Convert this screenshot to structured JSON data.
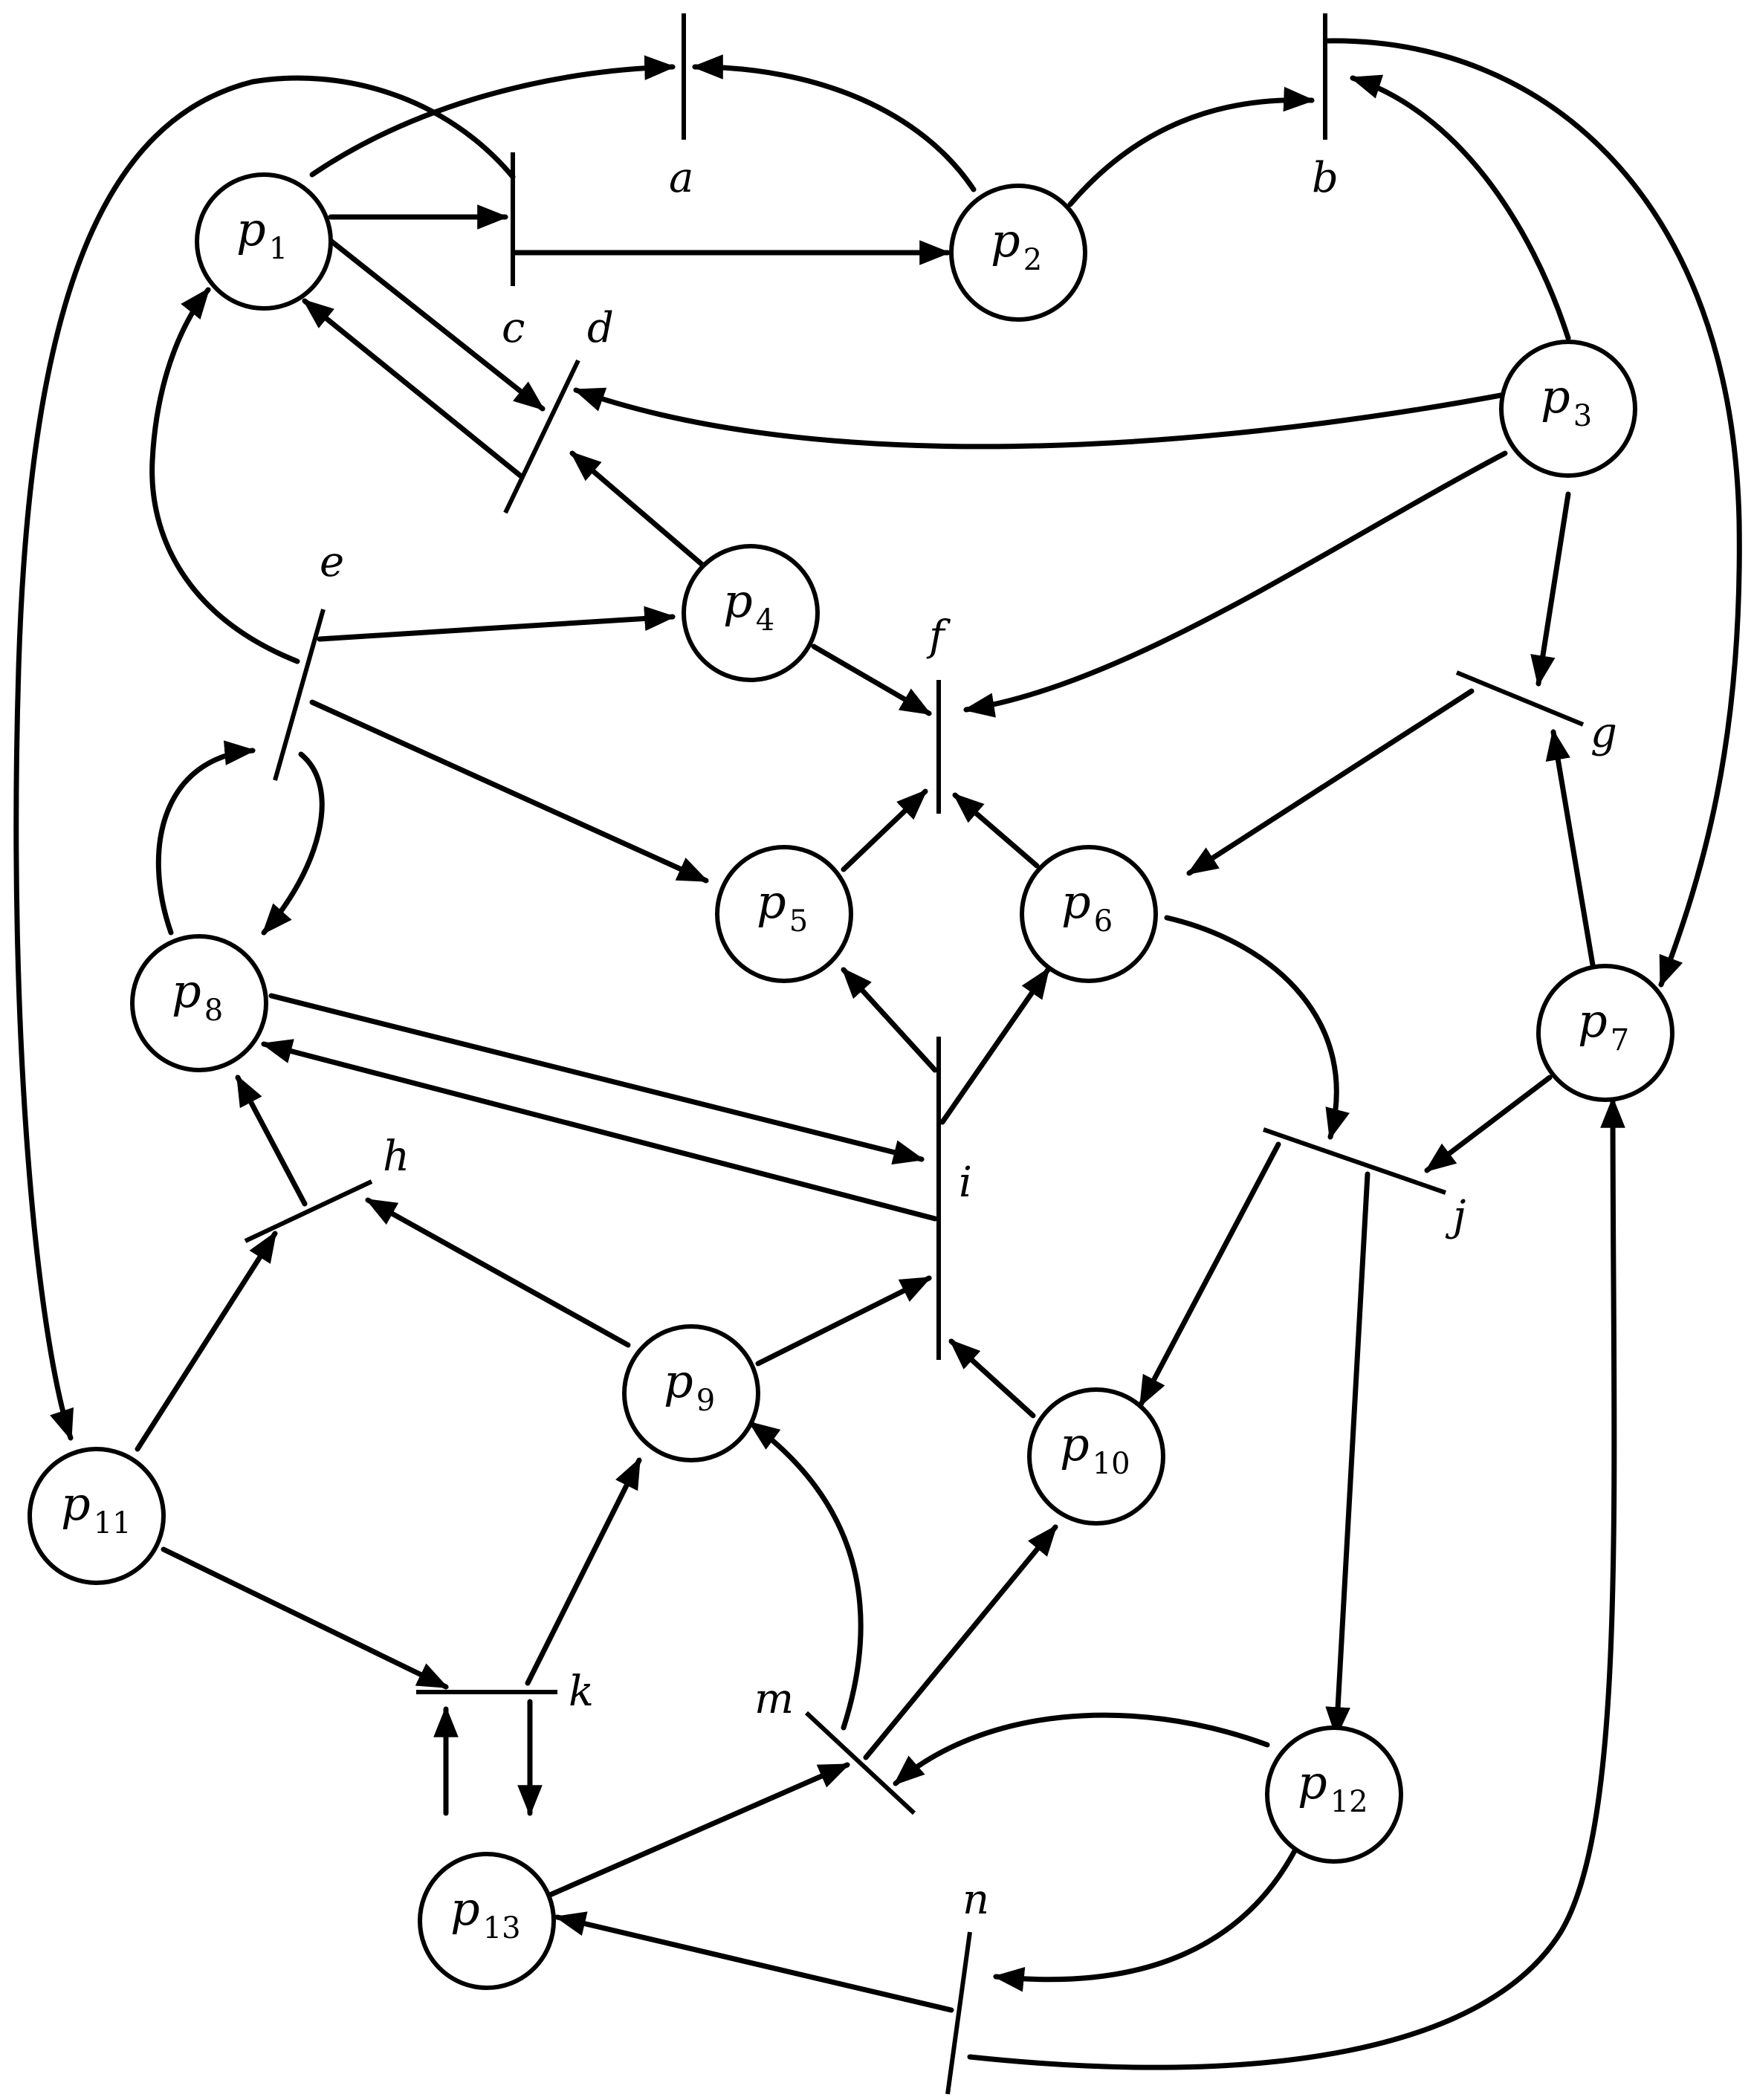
{
  "places": {
    "p1": {
      "base": "p",
      "sub": "1"
    },
    "p2": {
      "base": "p",
      "sub": "2"
    },
    "p3": {
      "base": "p",
      "sub": "3"
    },
    "p4": {
      "base": "p",
      "sub": "4"
    },
    "p5": {
      "base": "p",
      "sub": "5"
    },
    "p6": {
      "base": "p",
      "sub": "6"
    },
    "p7": {
      "base": "p",
      "sub": "7"
    },
    "p8": {
      "base": "p",
      "sub": "8"
    },
    "p9": {
      "base": "p",
      "sub": "9"
    },
    "p10": {
      "base": "p",
      "sub": "10"
    },
    "p11": {
      "base": "p",
      "sub": "11"
    },
    "p12": {
      "base": "p",
      "sub": "12"
    },
    "p13": {
      "base": "p",
      "sub": "13"
    }
  },
  "transitions": {
    "a": "a",
    "b": "b",
    "c": "c",
    "d": "d",
    "e": "e",
    "f": "f",
    "g": "g",
    "h": "h",
    "i": "i",
    "j": "j",
    "k": "k",
    "m": "m",
    "n": "n"
  },
  "colors": {
    "ink": "#000000",
    "paper": "#ffffff"
  }
}
